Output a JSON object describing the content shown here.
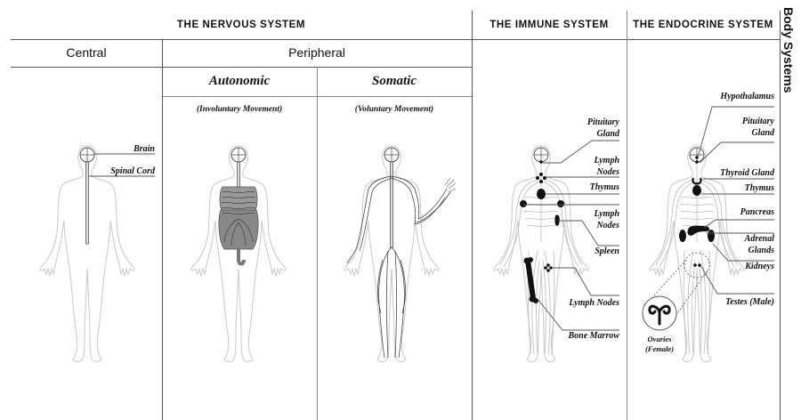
{
  "side_title": "Body Systems",
  "systems": {
    "nervous": {
      "title": "THE NERVOUS SYSTEM",
      "central": {
        "label": "Central",
        "annotations": [
          "Brain",
          "Spinal Cord"
        ]
      },
      "peripheral": {
        "label": "Peripheral",
        "autonomic": {
          "label": "Autonomic",
          "note": "(Involuntary Movement)"
        },
        "somatic": {
          "label": "Somatic",
          "note": "(Voluntary Movement)"
        }
      }
    },
    "immune": {
      "title": "THE IMMUNE SYSTEM",
      "annotations": [
        {
          "line1": "Pituitary",
          "line2": "Gland"
        },
        {
          "line1": "Lymph",
          "line2": "Nodes"
        },
        {
          "line1": "Thymus",
          "line2": ""
        },
        {
          "line1": "Lymph",
          "line2": "Nodes"
        },
        {
          "line1": "Spleen",
          "line2": ""
        },
        {
          "line1": "Lymph Nodes",
          "line2": ""
        },
        {
          "line1": "Bone Marrow",
          "line2": ""
        }
      ]
    },
    "endocrine": {
      "title": "THE ENDOCRINE SYSTEM",
      "annotations": [
        {
          "line1": "Hypothalamus",
          "line2": ""
        },
        {
          "line1": "Pituitary",
          "line2": "Gland"
        },
        {
          "line1": "Thyroid Gland",
          "line2": ""
        },
        {
          "line1": "Thymus",
          "line2": ""
        },
        {
          "line1": "Pancreas",
          "line2": ""
        },
        {
          "line1": "Adrenal",
          "line2": "Glands"
        },
        {
          "line1": "Kidneys",
          "line2": ""
        },
        {
          "line1": "Testes (Male)",
          "line2": ""
        }
      ],
      "inset": {
        "line1": "Ovaries",
        "line2": "(Female)"
      }
    }
  },
  "colors": {
    "line": "#555555",
    "body_outline": "#c8c8c8",
    "organ_dark": "#111111",
    "organ_gray": "#7a7a7a"
  }
}
